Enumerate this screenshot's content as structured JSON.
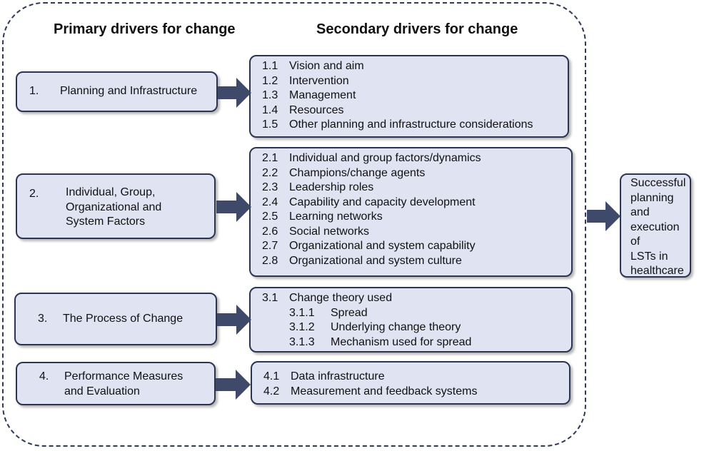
{
  "headers": {
    "primary": "Primary drivers for change",
    "secondary": "Secondary drivers for change"
  },
  "drivers": [
    {
      "num": "1.",
      "label": [
        "Planning and Infrastructure"
      ],
      "secondary": [
        {
          "num": "1.1",
          "text": "Vision and aim"
        },
        {
          "num": "1.2",
          "text": "Intervention"
        },
        {
          "num": "1.3",
          "text": "Management"
        },
        {
          "num": "1.4",
          "text": "Resources"
        },
        {
          "num": "1.5",
          "text": "Other planning and infrastructure considerations"
        }
      ]
    },
    {
      "num": "2.",
      "label": [
        "Individual, Group,",
        "Organizational and",
        "System Factors"
      ],
      "secondary": [
        {
          "num": "2.1",
          "text": "Individual and group factors/dynamics"
        },
        {
          "num": "2.2",
          "text": "Champions/change agents"
        },
        {
          "num": "2.3",
          "text": "Leadership roles"
        },
        {
          "num": "2.4",
          "text": "Capability and capacity development"
        },
        {
          "num": "2.5",
          "text": "Learning networks"
        },
        {
          "num": "2.6",
          "text": "Social networks"
        },
        {
          "num": "2.7",
          "text": "Organizational and system capability"
        },
        {
          "num": "2.8",
          "text": "Organizational and system culture"
        }
      ]
    },
    {
      "num": "3.",
      "label": [
        "The Process of Change"
      ],
      "secondary": [
        {
          "num": "3.1",
          "text": "Change theory used"
        },
        {
          "num": "3.1.1",
          "text": "Spread",
          "sub": true
        },
        {
          "num": "3.1.2",
          "text": "Underlying change theory",
          "sub": true
        },
        {
          "num": "3.1.3",
          "text": "Mechanism used for spread",
          "sub": true
        }
      ]
    },
    {
      "num": "4.",
      "label": [
        "Performance Measures",
        "and Evaluation"
      ],
      "secondary": [
        {
          "num": "4.1",
          "text": "Data infrastructure"
        },
        {
          "num": "4.2",
          "text": "Measurement and feedback systems"
        }
      ]
    }
  ],
  "outcome": [
    "Successful",
    "planning",
    "and",
    "execution of",
    "LSTs in",
    "healthcare"
  ],
  "colors": {
    "box_fill": "#dfe3f2",
    "border": "#2b3550",
    "arrow": "#3f4a6b"
  }
}
